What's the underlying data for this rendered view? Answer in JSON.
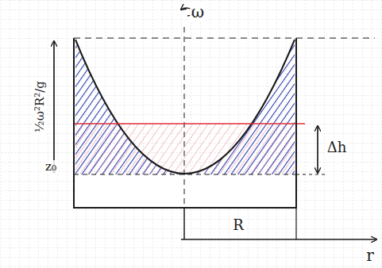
{
  "diagram": {
    "labels": [
      "ω",
      "½ω²R²/g",
      "z₀",
      "Δh",
      "R",
      "r"
    ]
  }
}
